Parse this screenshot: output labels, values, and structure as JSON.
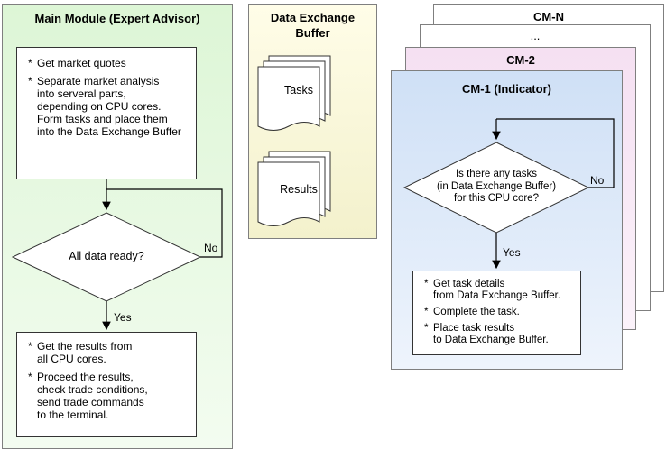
{
  "main_module": {
    "title": "Main Module (Expert Advisor)",
    "box1_items": [
      "Get market quotes",
      "Separate market analysis\ninto serveral parts,\ndepending on CPU cores.\nForm tasks and place them\ninto the Data Exchange Buffer"
    ],
    "decision": "All data ready?",
    "no_label": "No",
    "yes_label": "Yes",
    "box2_items": [
      "Get the results from\nall CPU cores.",
      "Proceed the results,\ncheck trade conditions,\nsend trade commands\nto the terminal."
    ]
  },
  "buffer": {
    "title": "Data Exchange\nBuffer",
    "docs": [
      "Tasks",
      "Results"
    ]
  },
  "cm": {
    "cmn_title": "CM-N",
    "ellipsis": "...",
    "cm2_title": "CM-2",
    "cm1_title": "CM-1 (Indicator)",
    "decision": "Is there any tasks\n(in Data Exchange Buffer)\nfor this CPU core?",
    "no_label": "No",
    "yes_label": "Yes",
    "box_items": [
      "Get task details\nfrom Data Exchange Buffer.",
      "Complete the task.",
      "Place task results\nto Data Exchange Buffer."
    ]
  },
  "colors": {
    "main_bg": "#e3f8dc",
    "buffer_bg": "#fbf9d9",
    "cm2_bg": "#f8e8f6",
    "cm1_bg": "#dde9f8"
  }
}
